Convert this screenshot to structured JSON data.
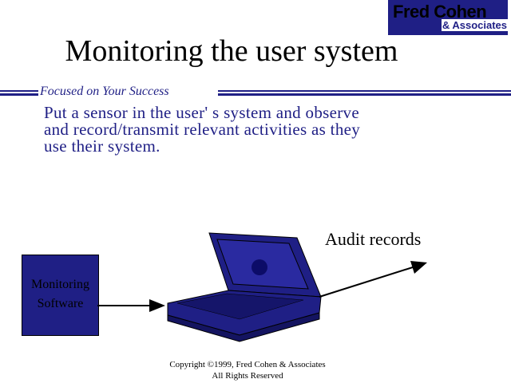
{
  "logo": {
    "name": "Fred Cohen",
    "subtitle": "& Associates"
  },
  "slide": {
    "title": "Monitoring the user system",
    "tagline": "Focused on Your Success",
    "body_lines": [
      "Put a sensor in the user' s system and observe",
      "and record/transmit relevant activities as they",
      "use their system."
    ]
  },
  "diagram": {
    "box_line1": "Monitoring",
    "box_line2": "Software",
    "output_label": "Audit records"
  },
  "footer": {
    "copyright": "Copyright ©1999, Fred Cohen & Associates",
    "rights": "All Rights Reserved"
  },
  "colors": {
    "accent": "#1f1f85"
  }
}
